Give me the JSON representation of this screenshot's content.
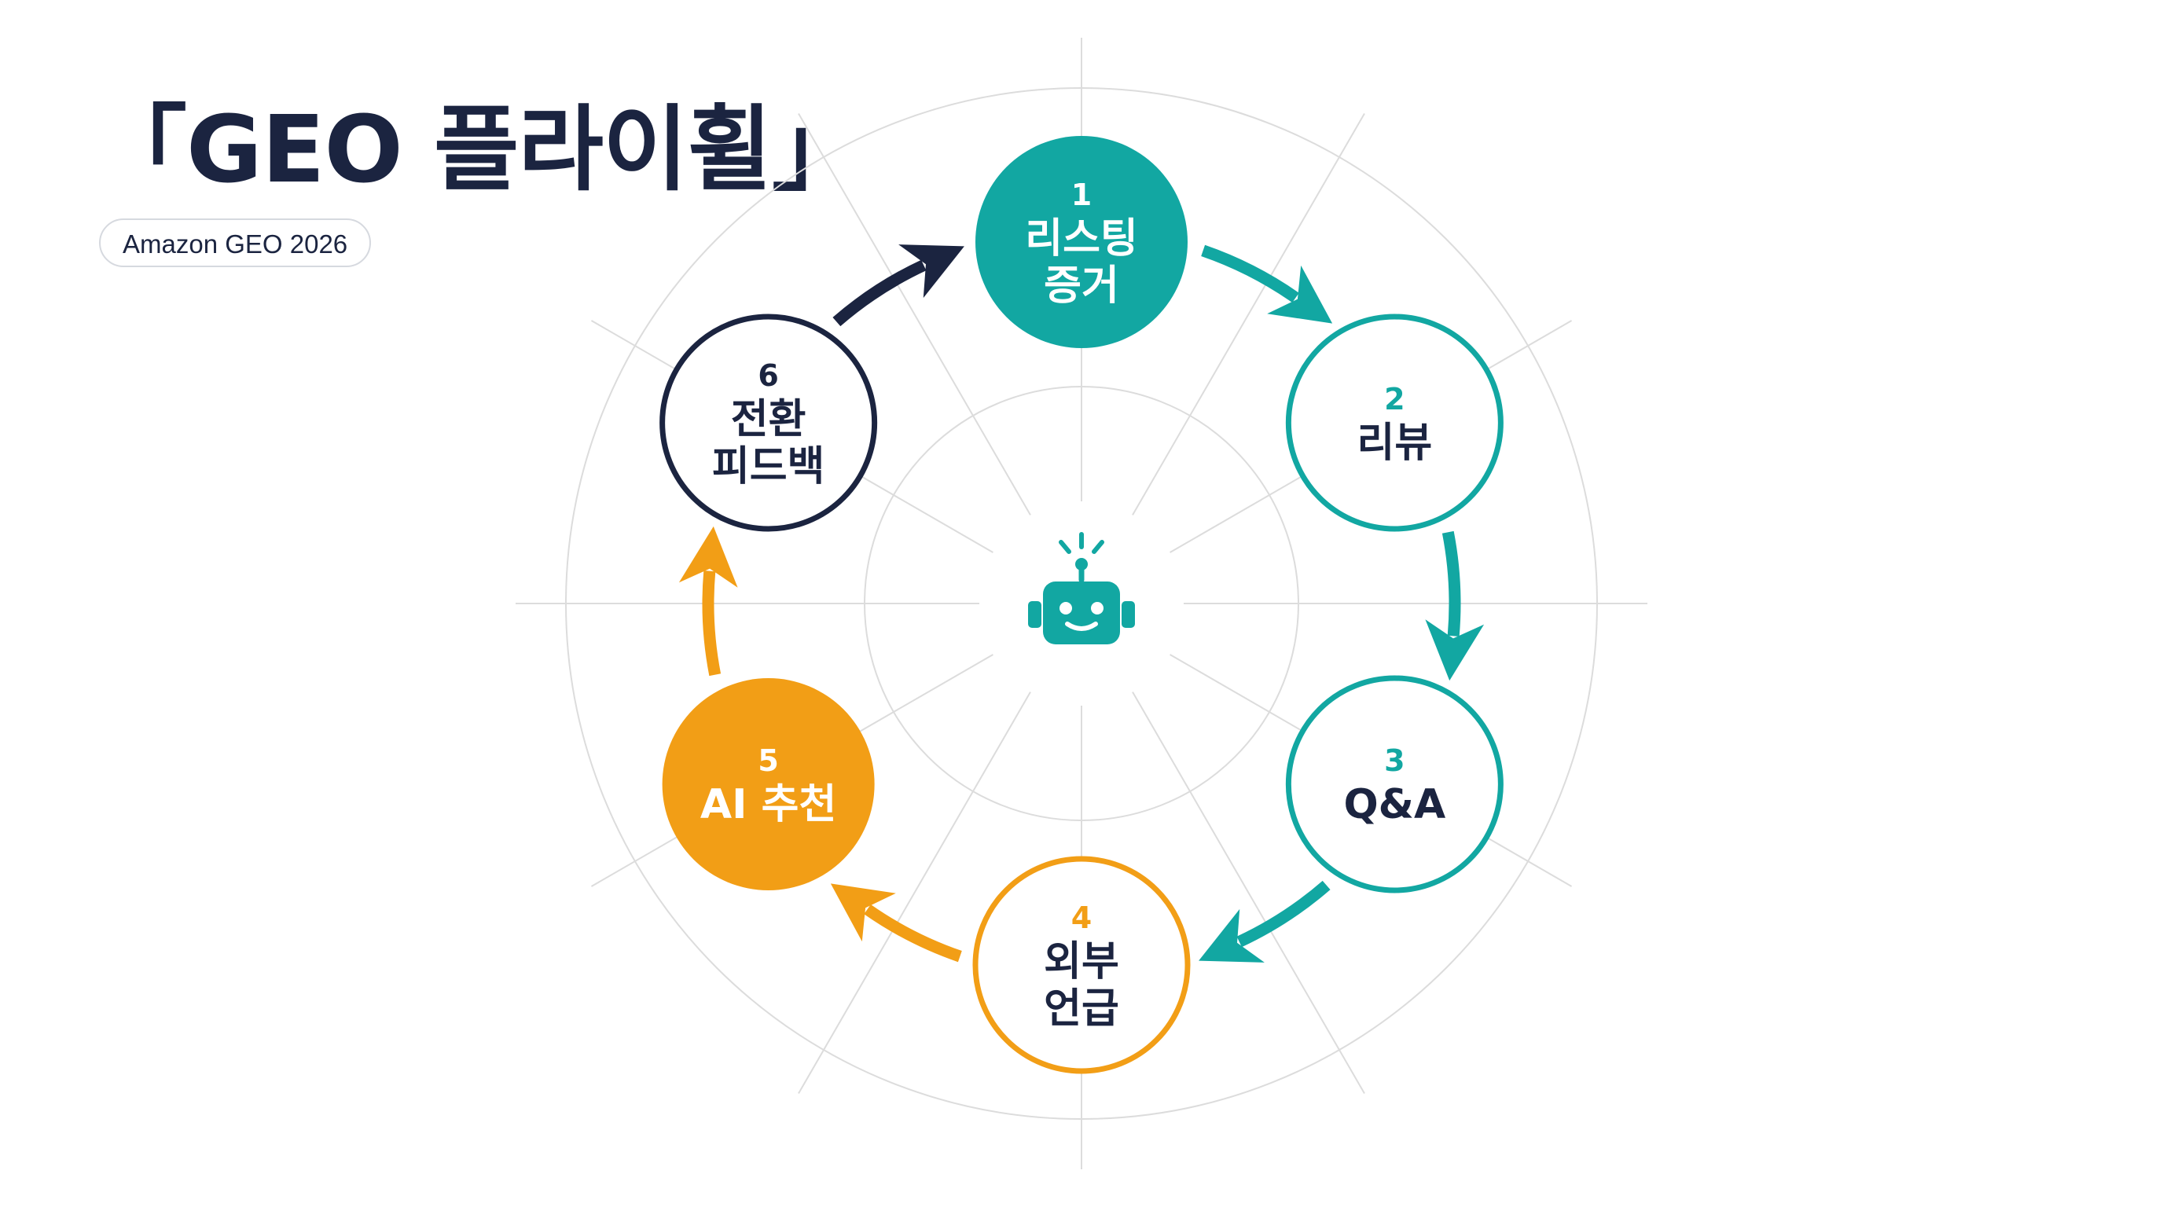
{
  "title": "「GEO 플라이휠」",
  "subtitle": "Amazon GEO 2026",
  "colors": {
    "teal": "#12a7a2",
    "navy": "#1b2440",
    "orange": "#f29e16",
    "grid": "#dcdcdc",
    "white": "#ffffff"
  },
  "center_icon": "robot-icon",
  "nodes": [
    {
      "number": "1",
      "lines": [
        "리스팅",
        "증거"
      ],
      "style": "filled",
      "color": "teal"
    },
    {
      "number": "2",
      "lines": [
        "리뷰"
      ],
      "style": "outline",
      "color": "teal"
    },
    {
      "number": "3",
      "lines": [
        "Q&A"
      ],
      "style": "outline",
      "color": "teal"
    },
    {
      "number": "4",
      "lines": [
        "외부",
        "언급"
      ],
      "style": "outline",
      "color": "orange"
    },
    {
      "number": "5",
      "lines": [
        "AI 추천"
      ],
      "style": "filled",
      "color": "orange"
    },
    {
      "number": "6",
      "lines": [
        "전환",
        "피드백"
      ],
      "style": "outline",
      "color": "navy"
    }
  ],
  "edges": [
    {
      "from": "1",
      "to": "2",
      "color": "teal"
    },
    {
      "from": "2",
      "to": "3",
      "color": "teal"
    },
    {
      "from": "3",
      "to": "4",
      "color": "teal"
    },
    {
      "from": "4",
      "to": "5",
      "color": "orange"
    },
    {
      "from": "5",
      "to": "6",
      "color": "orange"
    },
    {
      "from": "6",
      "to": "1",
      "color": "navy"
    }
  ]
}
